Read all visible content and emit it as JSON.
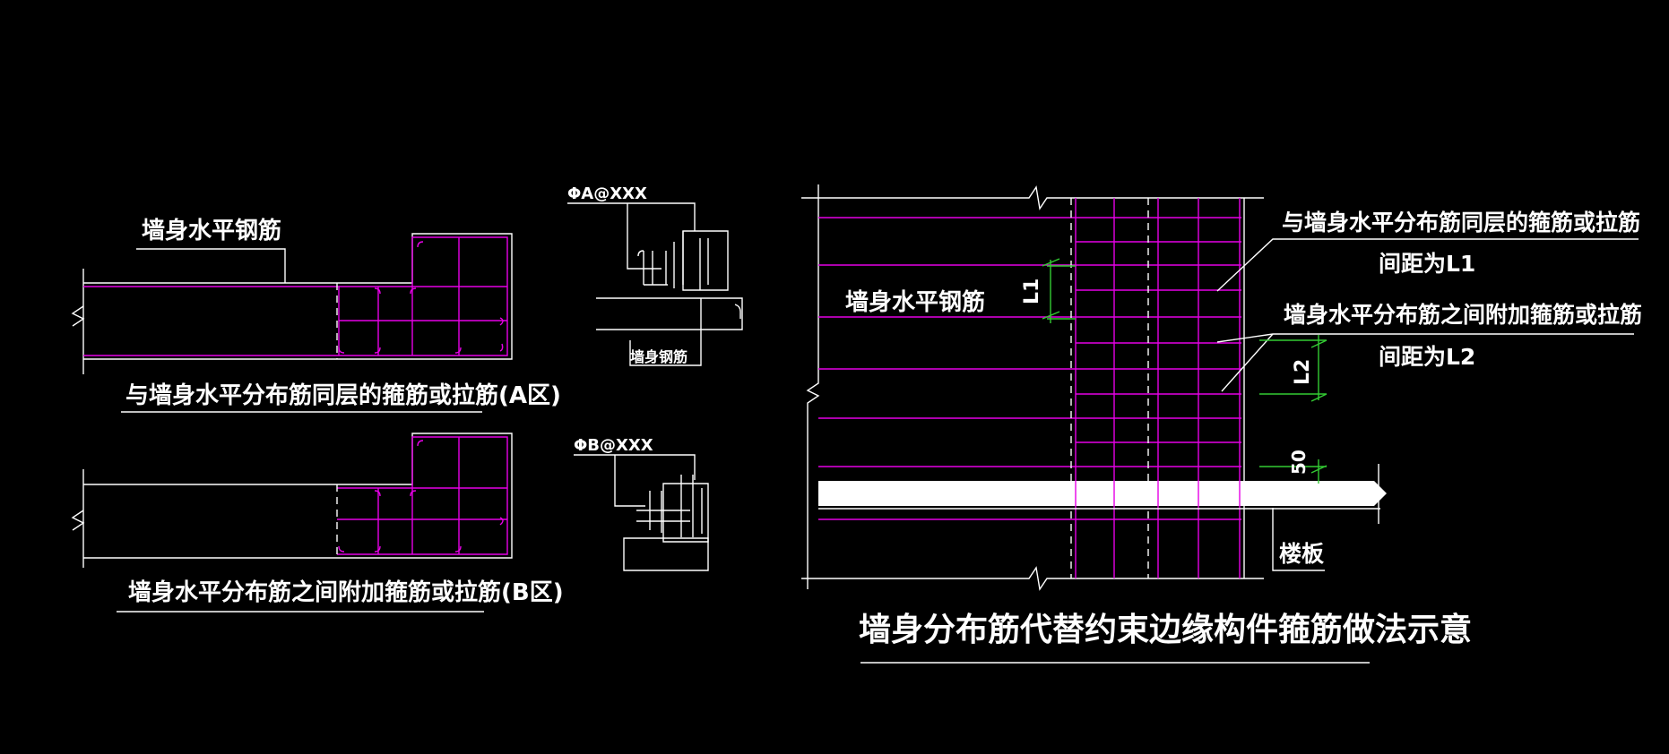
{
  "labels": {
    "a_wall_horizontal_bar": "墙身水平钢筋",
    "a_caption": "与墙身水平分布筋同层的箍筋或拉筋(A区)",
    "b_caption": "墙身水平分布筋之间附加箍筋或拉筋(B区)",
    "detail_a_spec": "ΦA@XXX",
    "detail_a_bar": "墙身钢筋",
    "detail_b_spec": "ΦB@XXX",
    "right_wall_horizontal_bar": "墙身水平钢筋",
    "right_note1_line1": "与墙身水平分布筋同层的箍筋或拉筋",
    "right_note1_line2": "间距为L1",
    "right_note2_line1": "墙身水平分布筋之间附加箍筋或拉筋",
    "right_note2_line2": "间距为L2",
    "dim_l1": "L1",
    "dim_l2": "L2",
    "dim_50": "50",
    "floor_slab": "楼板",
    "main_title": "墙身分布筋代替约束边缘构件箍筋做法示意"
  },
  "colors": {
    "background": "#000000",
    "lines": "#ffffff",
    "rebar": "#e600e6",
    "dimension": "#33cc33"
  }
}
